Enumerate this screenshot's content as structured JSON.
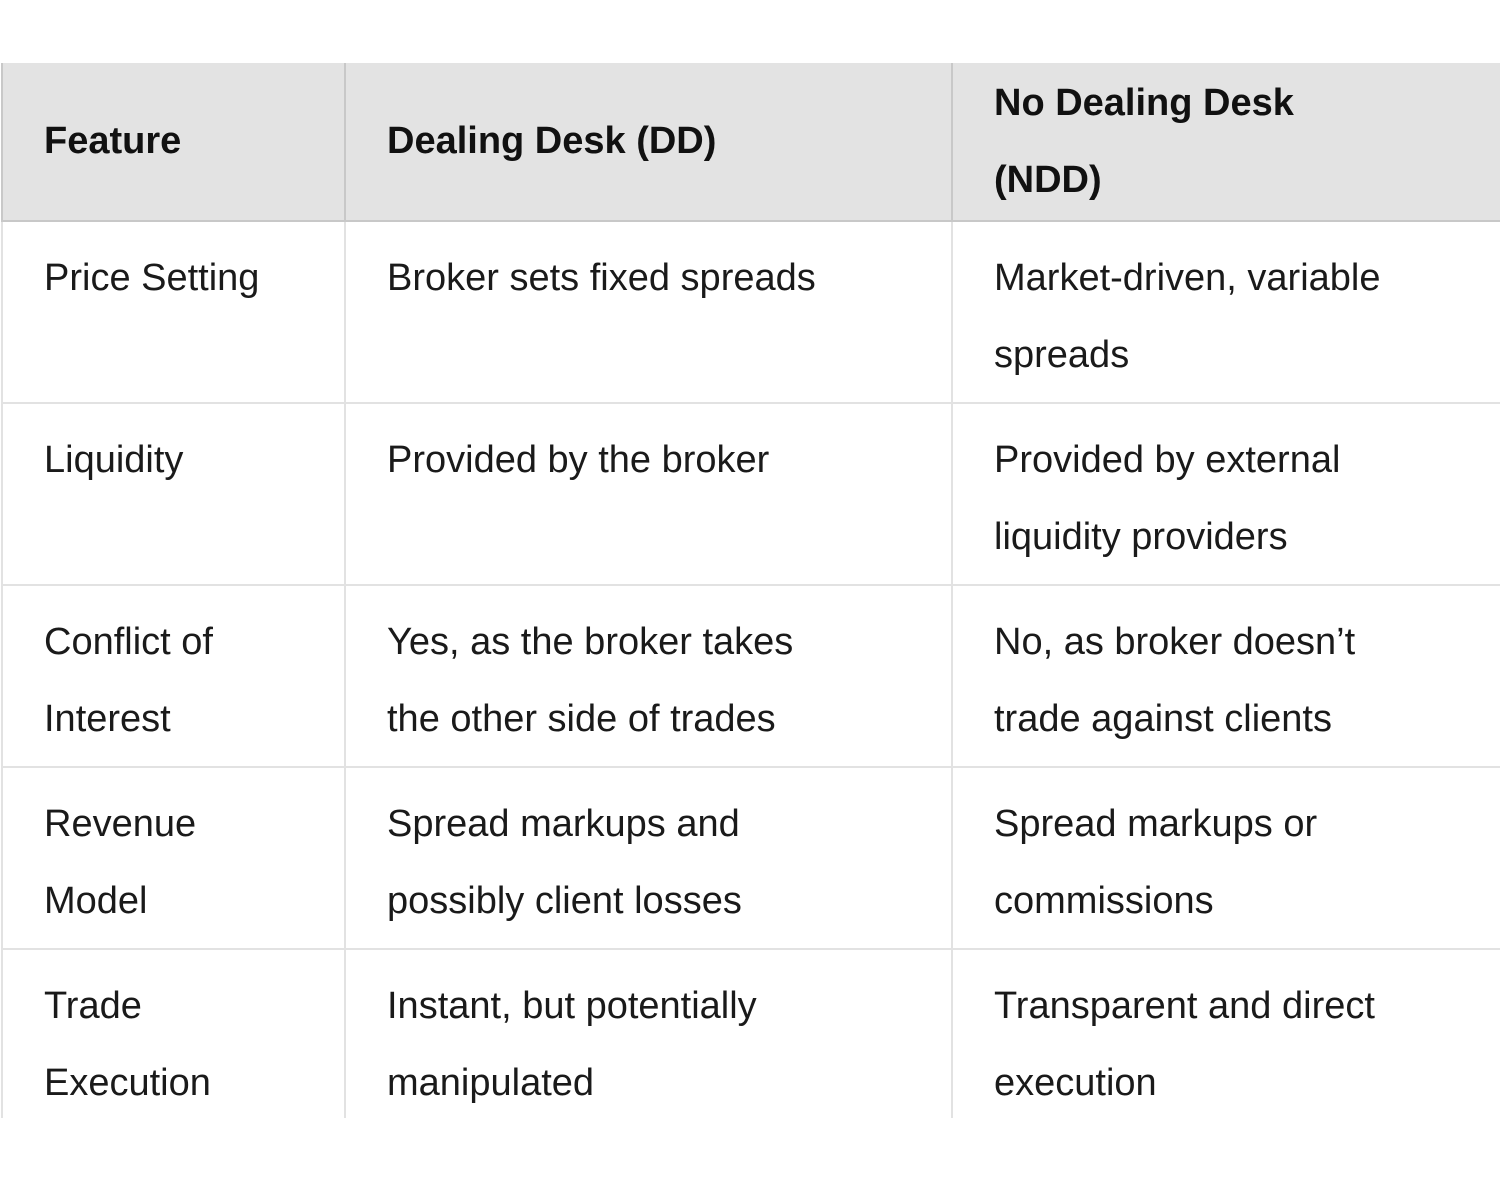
{
  "table": {
    "headers": [
      [
        "Feature"
      ],
      [
        "Dealing Desk (DD)"
      ],
      [
        "No Dealing Desk",
        "(NDD)"
      ]
    ],
    "rows": [
      [
        [
          "Price Setting"
        ],
        [
          "Broker sets fixed spreads"
        ],
        [
          "Market-driven, variable",
          "spreads"
        ]
      ],
      [
        [
          "Liquidity"
        ],
        [
          "Provided by the broker"
        ],
        [
          "Provided by external",
          "liquidity providers"
        ]
      ],
      [
        [
          "Conflict of",
          "Interest"
        ],
        [
          "Yes, as the broker takes",
          "the other side of trades"
        ],
        [
          "No, as broker doesn’t",
          "trade against clients"
        ]
      ],
      [
        [
          "Revenue",
          "Model"
        ],
        [
          "Spread markups and",
          "possibly client losses"
        ],
        [
          "Spread markups or",
          "commissions"
        ]
      ],
      [
        [
          "Trade",
          "Execution"
        ],
        [
          "Instant, but potentially",
          "manipulated"
        ],
        [
          "Transparent and direct",
          "execution"
        ]
      ]
    ]
  },
  "colors": {
    "header_bg": "#e3e3e3",
    "border": "#e2e2e2",
    "header_border": "#c8c8c8"
  }
}
